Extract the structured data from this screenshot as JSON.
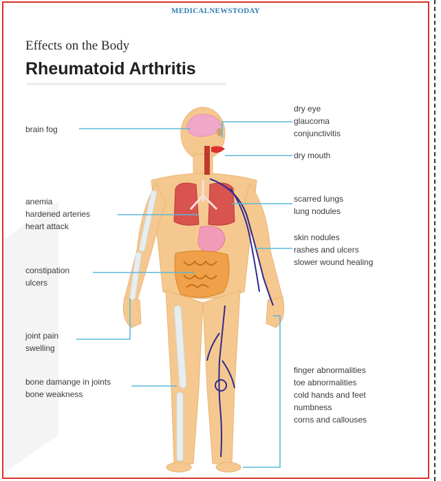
{
  "header": {
    "brand": "MEDICALNEWSTODAY",
    "subtitle": "Effects on the Body",
    "title": "Rheumatoid Arthritis"
  },
  "labels": {
    "brain": [
      "brain fog"
    ],
    "eyes": [
      "dry eye",
      "glaucoma",
      "conjunctivitis"
    ],
    "mouth": [
      "dry mouth"
    ],
    "heart": [
      "anemia",
      "hardened arteries",
      "heart attack"
    ],
    "lungs": [
      "scarred lungs",
      "lung nodules"
    ],
    "skin": [
      "skin nodules",
      "rashes and ulcers",
      "slower wound healing"
    ],
    "gut": [
      "constipation",
      "ulcers"
    ],
    "joints": [
      "joint pain",
      "swelling"
    ],
    "bones": [
      "bone damange in joints",
      "bone weakness"
    ],
    "extremities": [
      "finger abnormalities",
      "toe abnormalities",
      "cold hands and feet",
      "numbness",
      "corns and callouses"
    ]
  },
  "colors": {
    "frame": "#d9312b",
    "brand": "#2d7fb0",
    "skin": "#f5c88f",
    "brain": "#f0a8c8",
    "lungs": "#d9534f",
    "stomach": "#f29bb8",
    "intestine": "#f0a048",
    "veins": "#2f2a8f",
    "bone": "#e8eef0",
    "leader": "#5bb8d8"
  }
}
